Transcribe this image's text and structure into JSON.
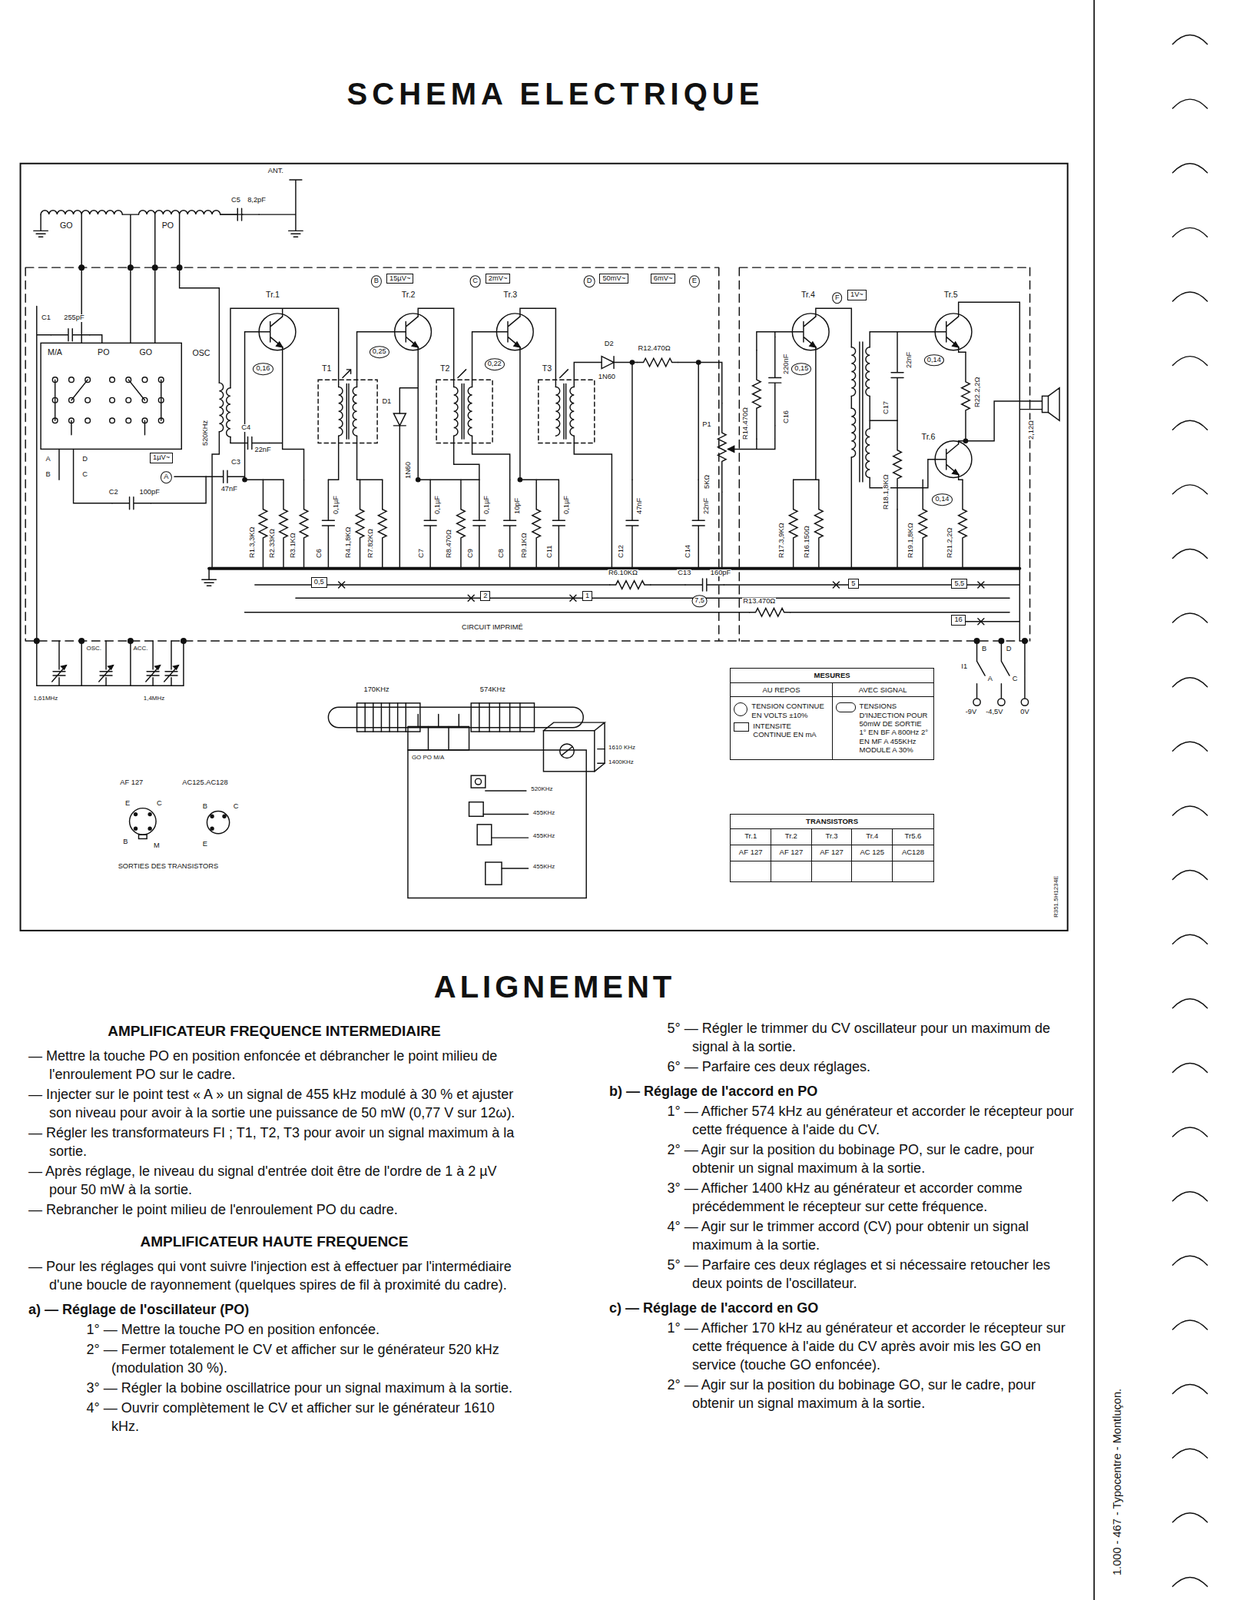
{
  "diagram": {
    "title": "SCHEMA ELECTRIQUE",
    "nodes": [
      {
        "text": [
          "MESURES",
          "AU REPOS",
          "AVEC SIGNAL",
          "TENSION CONTINUE EN VOLTS ±10%",
          "INTENSITE CONTINUE EN mA",
          "TENSIONS D'INJECTION POUR 50mW DE SORTIE 1° EN BF A 800Hz 2° EN MF A 455KHz MODULE A 30%"
        ]
      },
      {
        "text": [
          "TRANSISTORS",
          "Tr.1",
          "Tr.2",
          "Tr.3",
          "Tr.4",
          "Tr5.6",
          "AF 127",
          "AF 127",
          "AF 127",
          "AC 125",
          "AC128"
        ]
      }
    ],
    "labels": [
      "ANT.",
      "C5",
      "8,2pF",
      "GO",
      "PO",
      "C1",
      "255pF",
      "M/A",
      "PO",
      "GO",
      "A",
      "D",
      "B",
      "C",
      "1µV~",
      "A",
      "C2",
      "100pF",
      "OSC",
      "520KHz",
      "C4",
      "22nF",
      "C3",
      "47nF",
      "R1.3,3KΩ",
      "R2.33KΩ",
      "R3.1KΩ",
      "Tr.1",
      "0,16",
      "C6",
      "0,1µF",
      "R4.1,8KΩ",
      "R7.82KΩ",
      "T1",
      "Tr.2",
      "B",
      "15µV~",
      "0,25",
      "D1",
      "1N60",
      "T2",
      "C7",
      "0,1µF",
      "R8.470Ω",
      "C9",
      "0,1µF",
      "C",
      "2mV~",
      "Tr.3",
      "0,22",
      "T3",
      "C8",
      "10pF",
      "R9.1KΩ",
      "C11",
      "0,1µF",
      "D",
      "50mV~",
      "6mV~",
      "E",
      "D2",
      "1N60",
      "R12.470Ω",
      "C12",
      "47nF",
      "C14",
      "22nF",
      "5KΩ",
      "P1",
      "R14.470Ω",
      "C16",
      "220nF",
      "Tr.4",
      "F",
      "1V~",
      "0,15",
      "R17.3,9KΩ",
      "R16.150Ω",
      "R18.1,8KΩ",
      "C17",
      "22nF",
      "Tr.5",
      "0,14",
      "R22.2,2Ω",
      "Tr.6",
      "0,14",
      "R19.1,8KΩ",
      "R21.2,2Ω",
      "2,12Ω",
      "0,5",
      "2",
      "1",
      "R6.10KΩ",
      "C13",
      "160pF",
      "7,5",
      "R13.470Ω",
      "5",
      "5,5",
      "16",
      "CIRCUIT IMPRIMÉ",
      "B",
      "D",
      "I1",
      "A",
      "C",
      "-9V",
      "-4,5V",
      "0V",
      "OSC.",
      "ACC.",
      "1,61MHz",
      "1,4MHz",
      "170KHz",
      "574KHz",
      "GO PO M/A",
      "1610 KHz",
      "1400KHz",
      "520KHz",
      "455KHz",
      "455KHz",
      "455KHz",
      "AF 127",
      "AC125.AC128",
      "E",
      "C",
      "B",
      "M",
      "B",
      "C",
      "E",
      "SORTIES DES TRANSISTORS",
      "R351.5H1234E",
      "ALIGNEMENT",
      "AMPLIFICATEUR FREQUENCE INTERMEDIAIRE",
      "— Mettre la touche PO en position enfoncée et débrancher le point milieu de l'enroulement PO sur le cadre.",
      "— Injecter sur le point test « A » un signal de 455 kHz modulé à 30 % et ajuster son niveau pour avoir à la sortie une puissance de 50 mW (0,77 V sur 12ω).",
      "— Régler les transformateurs FI ; T1, T2, T3 pour avoir un signal maximum à la sortie.",
      "— Après réglage, le niveau du signal d'entrée doit être de l'ordre de 1 à 2 µV pour 50 mW à la sortie.",
      "— Rebrancher le point milieu de l'enroulement PO du cadre.",
      "AMPLIFICATEUR HAUTE FREQUENCE",
      "— Pour les réglages qui vont suivre l'injection est à effectuer par l'intermédiaire d'une boucle de rayonnement (quelques spires de fil à proximité du cadre).",
      "a) — Réglage de l'oscillateur (PO)",
      "1° — Mettre la touche PO en position enfoncée.",
      "2° — Fermer totalement le CV et afficher sur le générateur 520 kHz (modulation 30 %).",
      "3° — Régler la bobine oscillatrice pour un signal maximum à la sortie.",
      "4° — Ouvrir complètement le CV et afficher sur le générateur 1610 kHz.",
      "5° — Régler le trimmer du CV oscillateur pour un maximum de signal à la sortie.",
      "6° — Parfaire ces deux réglages.",
      "b) — Réglage de l'accord en PO",
      "1° — Afficher 574 kHz au générateur et accorder le récepteur pour cette fréquence à l'aide du CV.",
      "2° — Agir sur la position du bobinage PO, sur le cadre, pour obtenir un signal maximum à la sortie.",
      "3° — Afficher 1400 kHz au générateur et accorder comme précédemment le récepteur sur cette fréquence.",
      "4° — Agir sur le trimmer accord (CV) pour obtenir un signal maximum à la sortie.",
      "5° — Parfaire ces deux réglages et si nécessaire retoucher les deux points de l'oscillateur.",
      "c) — Réglage de l'accord en GO",
      "1° — Afficher 170 kHz au générateur et accorder le récepteur sur cette fréquence à l'aide du CV après avoir mis les GO en service (touche GO enfoncée).",
      "2° — Agir sur la position du bobinage GO, sur le cadre, pour obtenir un signal maximum à la sortie.",
      "1.000 - 467 - Typocentre - Montluçon."
    ]
  }
}
